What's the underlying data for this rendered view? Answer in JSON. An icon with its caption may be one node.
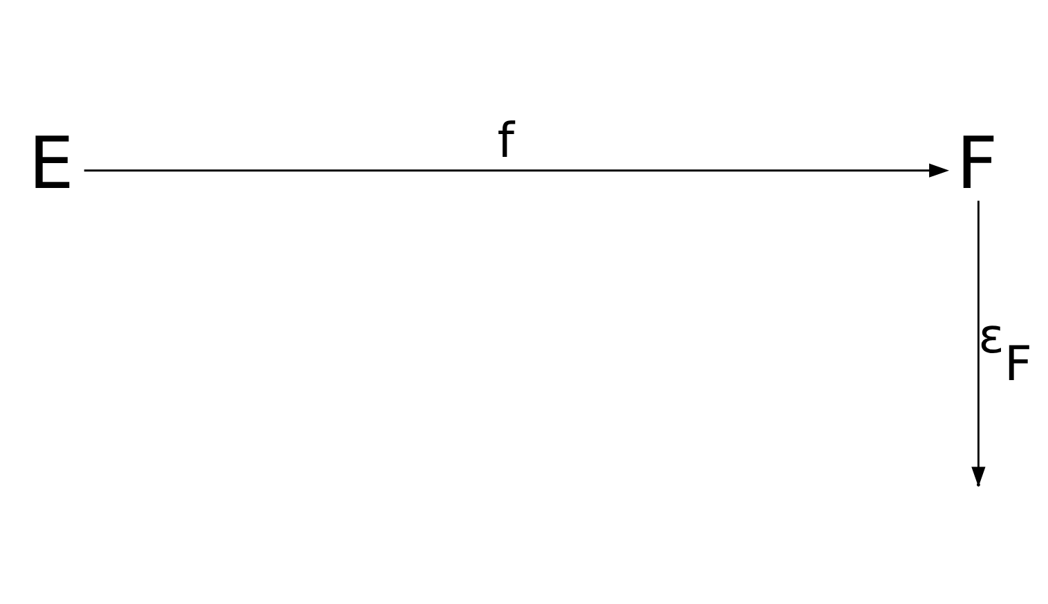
{
  "diagram": {
    "nodes": [
      {
        "text": [
          "E"
        ]
      },
      {
        "text": [
          "F"
        ]
      }
    ],
    "edges": [
      {
        "from": 0,
        "to": 1,
        "arrow": "to",
        "label": "f"
      },
      {
        "from": 1,
        "to": null,
        "arrow": "to",
        "label": "ε$_{F}$"
      }
    ]
  }
}
